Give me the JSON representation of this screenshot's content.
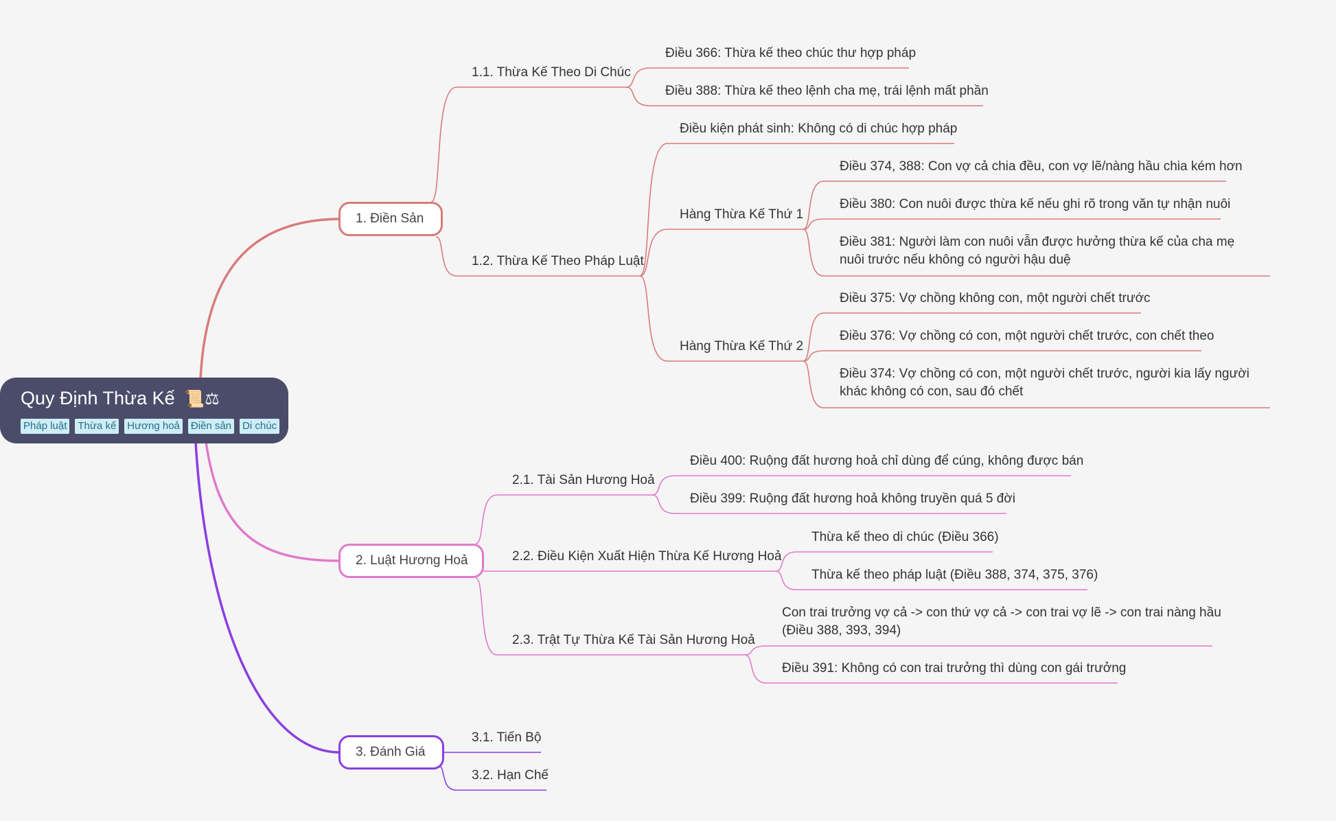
{
  "colors": {
    "background": "#f5f5f5",
    "root_fill": "#4b4c6a",
    "tag_fill": "#cdeef7",
    "tag_text": "#2a6c85",
    "branch_1": "#d97b7b",
    "branch_2": "#e07acb",
    "branch_3": "#8a3fe0"
  },
  "root": {
    "title": "Quy Định Thừa Kế",
    "icon": "📜⚖",
    "tags": [
      "Pháp luật",
      "Thừa kế",
      "Hương hoả",
      "Điền sản",
      "Di chúc"
    ]
  },
  "branches": [
    {
      "label": "1. Điền Sản",
      "children": [
        {
          "label": "1.1. Thừa Kế Theo Di Chúc",
          "children": [
            {
              "label": "Điều 366: Thừa kế theo chúc thư hợp pháp"
            },
            {
              "label": "Điều 388: Thừa kế theo lệnh cha mẹ, trái lệnh mất phần"
            }
          ]
        },
        {
          "label": "1.2. Thừa Kế Theo Pháp Luật",
          "children": [
            {
              "label": "Điều kiện phát sinh: Không có di chúc hợp pháp"
            },
            {
              "label": "Hàng Thừa Kế Thứ 1",
              "children": [
                {
                  "label": "Điều 374, 388: Con vợ cả chia đều, con vợ lẽ/nàng hầu chia kém hơn"
                },
                {
                  "label": "Điều 380: Con nuôi được thừa kế nếu ghi rõ trong văn tự nhận nuôi"
                },
                {
                  "label": "Điều 381: Người làm con nuôi vẫn được hưởng thừa kế của cha mẹ nuôi trước nếu không có người hậu duệ"
                }
              ]
            },
            {
              "label": "Hàng Thừa Kế Thứ 2",
              "children": [
                {
                  "label": "Điều 375: Vợ chồng không con, một người chết trước"
                },
                {
                  "label": "Điều 376: Vợ chồng có con, một người chết trước, con chết theo"
                },
                {
                  "label": "Điều 374: Vợ chồng có con, một người chết trước, người kia lấy người khác không có con, sau đó chết"
                }
              ]
            }
          ]
        }
      ]
    },
    {
      "label": "2. Luật Hương Hoả",
      "children": [
        {
          "label": "2.1. Tài Sản Hương Hoả",
          "children": [
            {
              "label": "Điều 400: Ruộng đất hương hoả chỉ dùng để cúng, không được bán"
            },
            {
              "label": "Điều 399: Ruộng đất hương hoả không truyền quá 5 đời"
            }
          ]
        },
        {
          "label": "2.2. Điều Kiện Xuất Hiện Thừa Kế Hương Hoả",
          "children": [
            {
              "label": "Thừa kế theo di chúc (Điều 366)"
            },
            {
              "label": "Thừa kế theo pháp luật (Điều 388, 374, 375, 376)"
            }
          ]
        },
        {
          "label": "2.3. Trật Tự Thừa Kế Tài Sản Hương Hoả",
          "children": [
            {
              "label": "Con trai trưởng vợ cả -> con thứ vợ cả -> con trai vợ lẽ -> con trai nàng hầu (Điều 388, 393, 394)"
            },
            {
              "label": "Điều 391: Không có con trai trưởng thì dùng con gái trưởng"
            }
          ]
        }
      ]
    },
    {
      "label": "3. Đánh Giá",
      "children": [
        {
          "label": "3.1. Tiến Bộ"
        },
        {
          "label": "3.2. Hạn Chế"
        }
      ]
    }
  ]
}
